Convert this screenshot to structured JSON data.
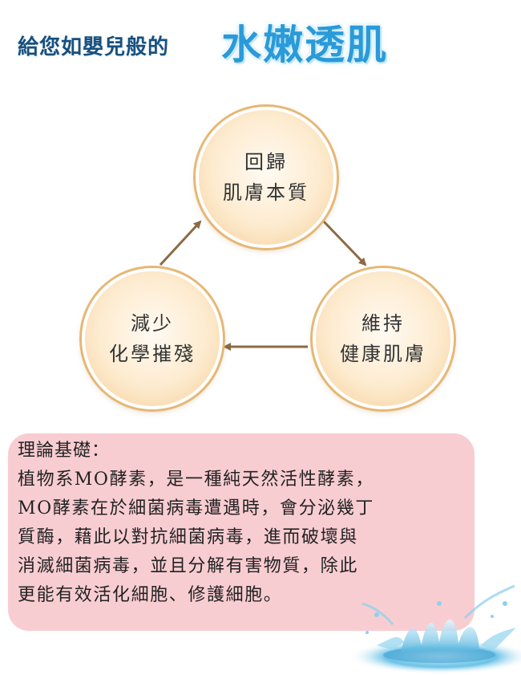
{
  "header": {
    "subtitle": "給您如嬰兒般的",
    "title": "水嫩透肌"
  },
  "cycle": {
    "top": {
      "lines": [
        "回歸",
        "肌膚本質"
      ]
    },
    "right": {
      "lines": [
        "維持",
        "健康肌膚"
      ]
    },
    "left": {
      "lines": [
        "減少",
        "化學摧殘"
      ]
    }
  },
  "info": {
    "heading": "理論基礎：",
    "lines": [
      "植物系MO酵素，是一種純天然活性酵素，",
      "MO酵素在於細菌病毒遭遇時，會分泌幾丁",
      "質酶，藉此以對抗細菌病毒，進而破壞與",
      "消滅細菌病毒，並且分解有害物質，除此",
      "更能有效活化細胞、修護細胞。"
    ]
  },
  "colors": {
    "title_blue": "#2a9ad8",
    "subtitle_navy": "#17507e",
    "arrow_brown": "#8b6a45",
    "circle_ring": "#e6b774",
    "box_pink": "#f8cdd2"
  }
}
